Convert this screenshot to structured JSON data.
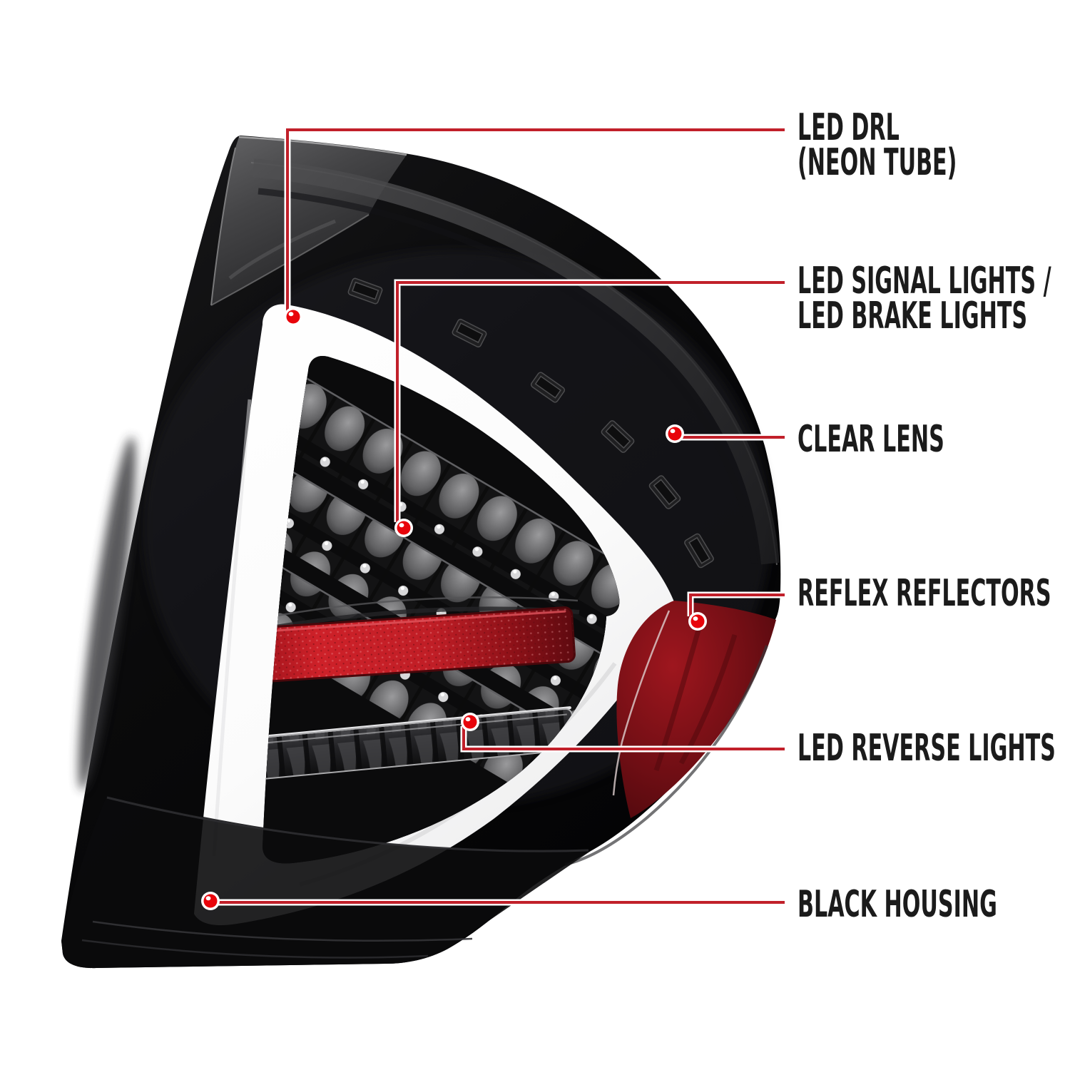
{
  "diagram": {
    "subject": "LED tail light assembly callout diagram",
    "background": "#ffffff"
  },
  "callouts": [
    {
      "id": "led-drl",
      "line1": "LED DRL",
      "line2": "(NEON TUBE)"
    },
    {
      "id": "signal-brake",
      "line1": "LED SIGNAL LIGHTS /",
      "line2": "LED BRAKE LIGHTS"
    },
    {
      "id": "clear-lens",
      "line1": "CLEAR LENS",
      "line2": ""
    },
    {
      "id": "reflex",
      "line1": "REFLEX REFLECTORS",
      "line2": ""
    },
    {
      "id": "reverse",
      "line1": "LED REVERSE LIGHTS",
      "line2": ""
    },
    {
      "id": "black-housing",
      "line1": "BLACK HOUSING",
      "line2": ""
    }
  ],
  "colors": {
    "callout_line": "#c1202a",
    "callout_dot": "#e8040b",
    "label_text": "#1b1b1b",
    "housing_black": "#0a0a0b",
    "drl_tube_white": "#ffffff",
    "reflector_red": "#b61c24",
    "reflex_red": "#7e1016"
  }
}
